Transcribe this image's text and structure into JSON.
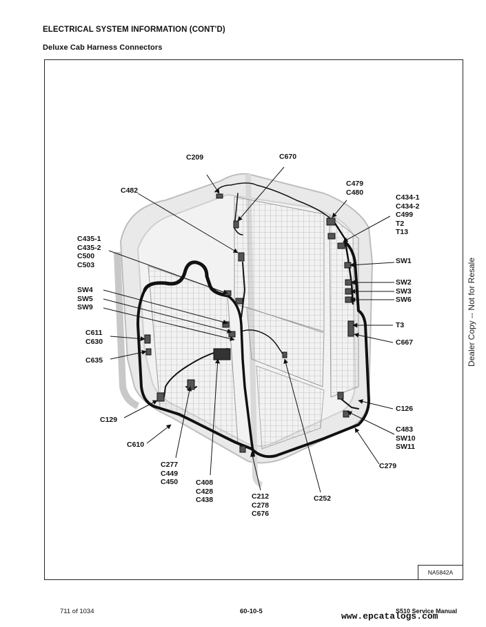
{
  "header": {
    "section_title": "ELECTRICAL SYSTEM INFORMATION (CONT'D)",
    "subtitle": "Deluxe Cab Harness Connectors"
  },
  "labels": {
    "c209": "C209",
    "c670": "C670",
    "c482": "C482",
    "c479_group": "C479\nC480",
    "c434_group": "C434-1\nC434-2\nC499\nT2\nT13",
    "c435_group": "C435-1\nC435-2\nC500\nC503",
    "sw1": "SW1",
    "sw4_group": "SW4\nSW5\nSW9",
    "sw2": "SW2",
    "sw3": "SW3",
    "sw6": "SW6",
    "t3": "T3",
    "c611_group": "C611\nC630",
    "c667": "C667",
    "c635": "C635",
    "c126": "C126",
    "c129": "C129",
    "c483_group": "C483\nSW10\nSW11",
    "c610": "C610",
    "c279": "C279",
    "c277_group": "C277\nC449\nC450",
    "c408_group": "C408\nC428\nC438",
    "c212_group": "C212\nC278\nC676",
    "c252": "C252"
  },
  "figure_id": "NA5842A",
  "side_note": "Dealer Copy -- Not for Resale",
  "footer": {
    "page": "711 of 1034",
    "section": "60-10-5",
    "manual": "S510 Service Manual",
    "watermark": "www.epcatalogs.com"
  }
}
